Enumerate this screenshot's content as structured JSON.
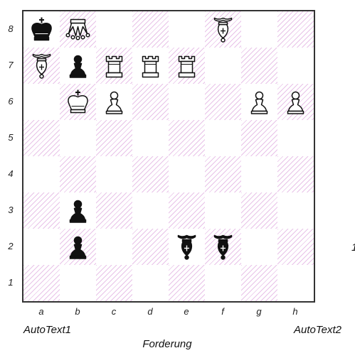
{
  "files": [
    "a",
    "b",
    "c",
    "d",
    "e",
    "f",
    "g",
    "h"
  ],
  "ranks": [
    "8",
    "7",
    "6",
    "5",
    "4",
    "3",
    "2",
    "1"
  ],
  "auto_text_1": "AutoText1",
  "auto_text_2": "AutoText2",
  "caption": "Forderung",
  "side_mark": "1",
  "colors": {
    "dark_hatch": "#cd78cd",
    "border": "#333333"
  },
  "pieces": [
    {
      "square": "a8",
      "type": "king",
      "color": "black"
    },
    {
      "square": "b8",
      "type": "grasshopper",
      "color": "white"
    },
    {
      "square": "f8",
      "type": "bishop-rotated",
      "color": "white"
    },
    {
      "square": "a7",
      "type": "bishop-rotated",
      "color": "white"
    },
    {
      "square": "b7",
      "type": "pawn",
      "color": "black"
    },
    {
      "square": "c7",
      "type": "rook",
      "color": "white"
    },
    {
      "square": "d7",
      "type": "rook",
      "color": "white"
    },
    {
      "square": "e7",
      "type": "rook",
      "color": "white"
    },
    {
      "square": "b6",
      "type": "king",
      "color": "white"
    },
    {
      "square": "c6",
      "type": "pawn",
      "color": "white"
    },
    {
      "square": "g6",
      "type": "pawn",
      "color": "white"
    },
    {
      "square": "h6",
      "type": "pawn",
      "color": "white"
    },
    {
      "square": "b3",
      "type": "pawn",
      "color": "black"
    },
    {
      "square": "b2",
      "type": "pawn",
      "color": "black"
    },
    {
      "square": "e2",
      "type": "bishop-rotated",
      "color": "black"
    },
    {
      "square": "f2",
      "type": "bishop-rotated",
      "color": "black"
    }
  ]
}
